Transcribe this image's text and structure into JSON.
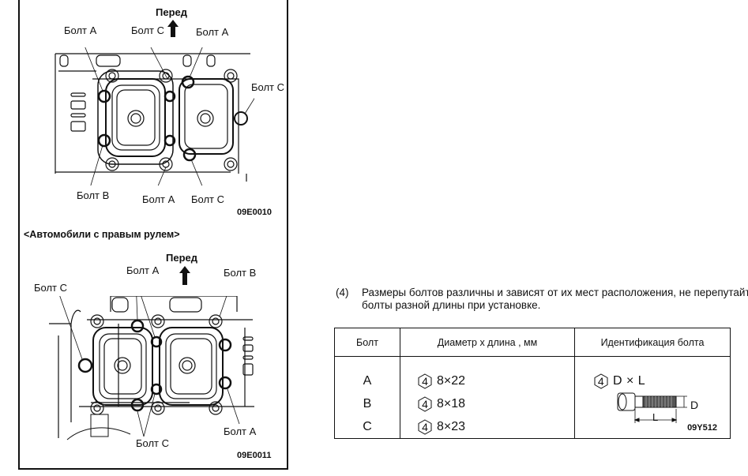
{
  "figure_lhd": {
    "front_label": "Перед",
    "labels": {
      "bolt_a_top_left": "Болт A",
      "bolt_c_top": "Болт C",
      "bolt_a_top_right": "Болт A",
      "bolt_c_right": "Болт C",
      "bolt_b_bottom": "Болт B",
      "bolt_a_bottom": "Болт A",
      "bolt_c_bottom": "Болт C"
    },
    "code": "09E0010"
  },
  "rhd_heading": "<Автомобили с правым рулем>",
  "figure_rhd": {
    "front_label": "Перед",
    "labels": {
      "bolt_c_left": "Болт C",
      "bolt_a_top": "Болт A",
      "bolt_b_top_right": "Болт B",
      "bolt_a_bottom_right": "Болт A",
      "bolt_c_bottom": "Болт C"
    },
    "code": "09E0011"
  },
  "note": {
    "number": "(4)",
    "text": "Размеры болтов различны и зависят от их мест расположения, не перепутайте болты разной длины при установке."
  },
  "bolt_table": {
    "headers": [
      "Болт",
      "Диаметр х длина , мм",
      "Идентификация болта"
    ],
    "rows": [
      {
        "bolt": "A",
        "grade": "4",
        "size": "8×22"
      },
      {
        "bolt": "B",
        "grade": "4",
        "size": "8×18"
      },
      {
        "bolt": "C",
        "grade": "4",
        "size": "8×23"
      }
    ],
    "identification": {
      "grade": "4",
      "formula": "D × L",
      "dim_d": "D",
      "dim_l": "L",
      "code": "09Y512"
    }
  }
}
